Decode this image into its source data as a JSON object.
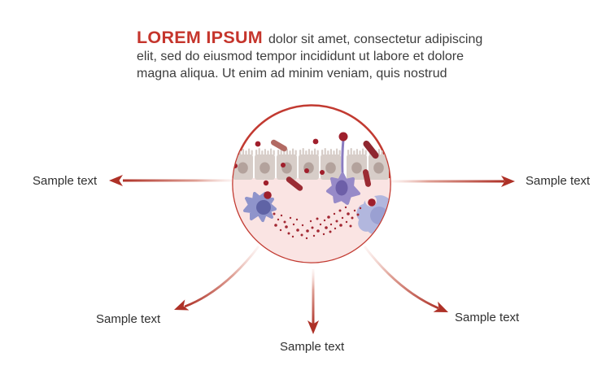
{
  "header": {
    "title": "LOREM IPSUM",
    "body_line1": "dolor sit amet, consectetur adipiscing",
    "body_line2": "elit, sed do eiusmod tempor incididunt ut labore et dolore",
    "body_line3": "magna aliqua. Ut enim ad minim veniam, quis nostrud"
  },
  "labels": {
    "left": "Sample text",
    "right": "Sample text",
    "bottom_left": "Sample text",
    "bottom_center": "Sample text",
    "bottom_right": "Sample text"
  },
  "illustration": {
    "subject": "epithelium cross-section with bacteria and immune cells inside magnifier circle",
    "colors": {
      "title_red": "#c5352c",
      "body_text": "#3d3d3d",
      "label_text": "#303030",
      "circle_stroke": "#c23a31",
      "arrow_red": "#ae3127",
      "arrow_fade": "#f3d0ca",
      "tissue_pink": "#fae4e3",
      "epithelial_cell": "#d7cdc8",
      "cell_nucleus": "#b3a29c",
      "bacteria_dark_red": "#9b2b33",
      "bacteria_light_red": "#b26a63",
      "coccus_red": "#a01f2c",
      "macrophage_purple": "#8f94cb",
      "macrophage_nucleus": "#5f63a5",
      "dendritic_purple": "#978ac8",
      "dendritic_nucleus": "#6d5fa8",
      "monocyte_lavender": "#b2b7de",
      "monocyte_nucleus": "#9aa0d2"
    }
  }
}
